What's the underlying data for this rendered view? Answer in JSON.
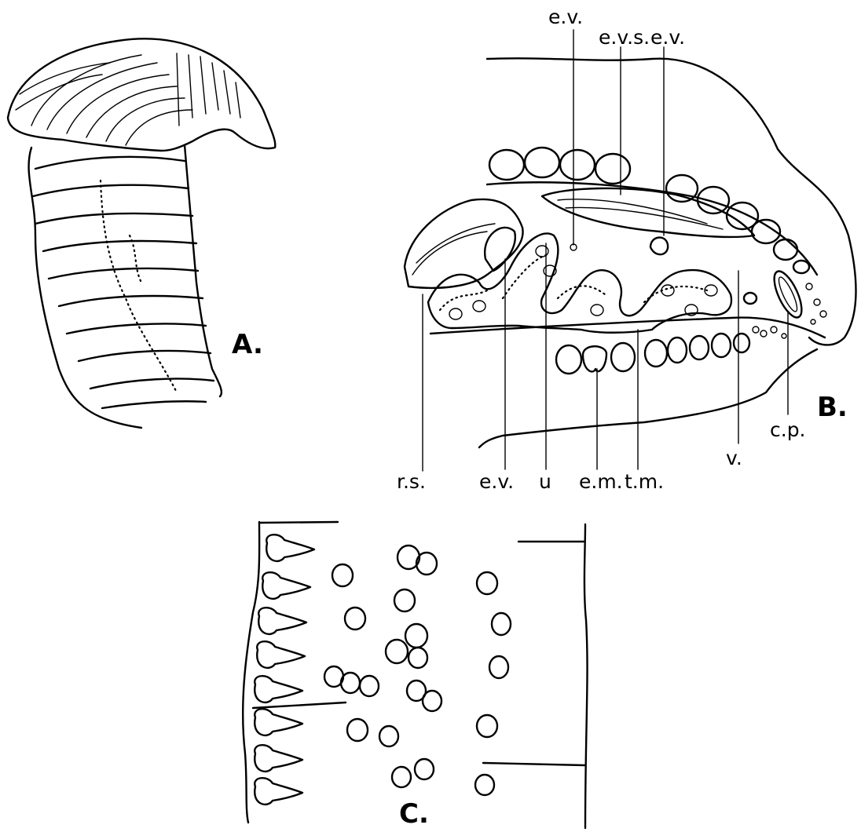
{
  "figures": {
    "A": {
      "label": "A."
    },
    "B": {
      "label": "B.",
      "labels": {
        "ev_top": "e.v.",
        "evs": "e.v.s.",
        "ev_top2": "e.v.",
        "rs": "r.s.",
        "ev_bottom": "e.v.",
        "u": "u",
        "em": "e.m.",
        "tm": "t.m.",
        "v": "v.",
        "cp": "c.p."
      }
    },
    "C": {
      "label": "C."
    }
  }
}
